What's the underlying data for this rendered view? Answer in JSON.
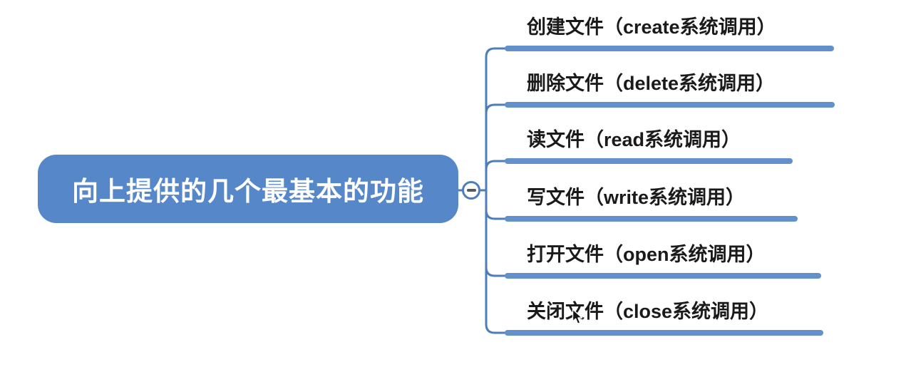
{
  "root_node": {
    "label": "向上提供的几个最基本的功能"
  },
  "collapse_button": {
    "symbol": "−",
    "state": "expanded"
  },
  "branches": [
    {
      "label": "创建文件（create系统调用）"
    },
    {
      "label": "删除文件（delete系统调用）"
    },
    {
      "label": "读文件（read系统调用）"
    },
    {
      "label": "写文件（write系统调用）"
    },
    {
      "label": "打开文件（open系统调用）"
    },
    {
      "label": "关闭文件（close系统调用）"
    }
  ],
  "colors": {
    "node_fill": "#5688C9",
    "bar_fill": "#6190CA",
    "connector": "#4E7DBB",
    "node_text": "#FFFFFF",
    "branch_text": "#1A1A1A",
    "minus_color": "#58595B"
  }
}
